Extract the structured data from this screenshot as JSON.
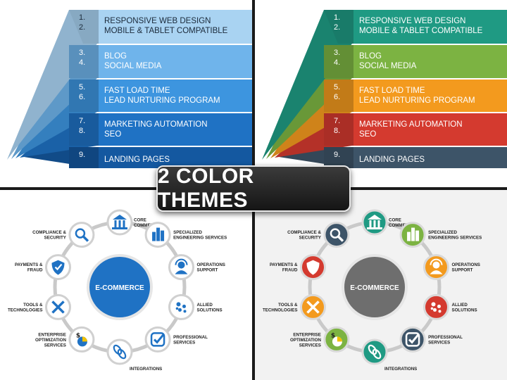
{
  "banner": {
    "title": "2 COLOR THEMES"
  },
  "funnel_items": [
    {
      "nums": [
        "1.",
        "2."
      ],
      "lines": [
        "RESPONSIVE WEB DESIGN",
        "MOBILE & TABLET COMPATIBLE"
      ]
    },
    {
      "nums": [
        "3.",
        "4."
      ],
      "lines": [
        "BLOG",
        "SOCIAL MEDIA"
      ]
    },
    {
      "nums": [
        "5.",
        "6."
      ],
      "lines": [
        "FAST LOAD TIME",
        "LEAD NURTURING PROGRAM"
      ]
    },
    {
      "nums": [
        "7.",
        "8."
      ],
      "lines": [
        "MARKETING AUTOMATION",
        "SEO"
      ]
    },
    {
      "nums": [
        "9."
      ],
      "lines": [
        "LANDING PAGES"
      ]
    }
  ],
  "theme_blue": [
    "#a9d3f2",
    "#6fb4eb",
    "#3d95df",
    "#1f72c4",
    "#1458a0"
  ],
  "theme_multi": [
    "#1f9a83",
    "#7cb342",
    "#f39a1e",
    "#d43a2f",
    "#3d5468"
  ],
  "cycle": {
    "center": "E-COMMERCE",
    "items": [
      {
        "label": [
          "CORE",
          "COMMERCE"
        ],
        "icon": "bank-icon"
      },
      {
        "label": [
          "SPECIALIZED",
          "ENGINEERING SERVICES"
        ],
        "icon": "buildings-icon"
      },
      {
        "label": [
          "OPERATIONS",
          "SUPPORT"
        ],
        "icon": "headset-icon"
      },
      {
        "label": [
          "ALLIED",
          "SOLUTIONS"
        ],
        "icon": "dots-icon"
      },
      {
        "label": [
          "PROFESSIONAL",
          "SERVICES"
        ],
        "icon": "checkmark-icon"
      },
      {
        "label": [
          "INTEGRATIONS"
        ],
        "icon": "chain-link-icon"
      },
      {
        "label": [
          "ENTERPRISE",
          "OPTIMIZATION",
          "SERVICES"
        ],
        "icon": "dollar-pie-icon"
      },
      {
        "label": [
          "TOOLS &",
          "TECHNOLOGIES"
        ],
        "icon": "tools-icon"
      },
      {
        "label": [
          "PAYMENTS &",
          "FRAUD"
        ],
        "icon": "shield-check-icon"
      },
      {
        "label": [
          "COMPLIANCE &",
          "SECURITY"
        ],
        "icon": "magnifier-icon"
      }
    ],
    "center_blue": "#1f72c4",
    "center_grey": "#6e6e6e",
    "item_colors": [
      "#1f9a83",
      "#7cb342",
      "#f39a1e",
      "#d43a2f",
      "#3d5468",
      "#1f9a83",
      "#7cb342",
      "#f39a1e",
      "#d43a2f",
      "#3d5468"
    ]
  }
}
